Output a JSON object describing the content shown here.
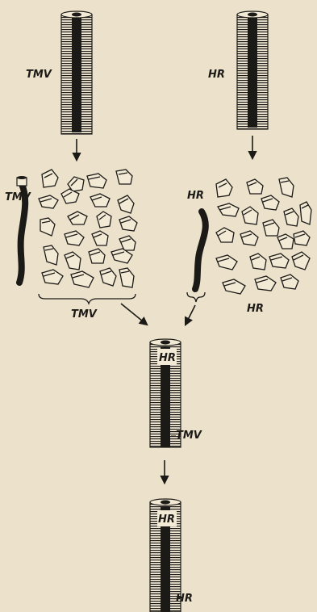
{
  "labels": {
    "tmv_top": "TMV",
    "hr_top": "HR",
    "tmv_rna": "TMV",
    "hr_rna": "HR",
    "tmv_protein": "TMV",
    "hr_protein": "HR",
    "hybrid_cap": "HR",
    "hybrid_rna": "TMV",
    "progeny_cap": "HR",
    "progeny_rna": "HR"
  },
  "colors": {
    "ink": "#1c1a17",
    "paper": "#ece2cc"
  }
}
